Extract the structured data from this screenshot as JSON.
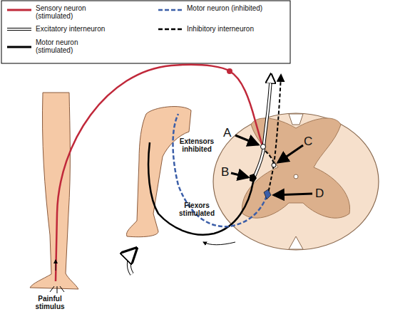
{
  "diagram": {
    "labels": [
      "Extensors inhibited",
      "A",
      "C",
      "B",
      "D",
      "Flexors stimulated",
      "Painful stimulus"
    ],
    "legend": [
      {
        "text": "Sensory neuron (stimulated)"
      },
      {
        "text": "Motor neuron (inhibited)"
      },
      {
        "text": "Excitatory interneuron"
      },
      {
        "text": "Inhibitory interneuron"
      },
      {
        "text": "Motor neuron (stimulated)"
      }
    ]
  }
}
